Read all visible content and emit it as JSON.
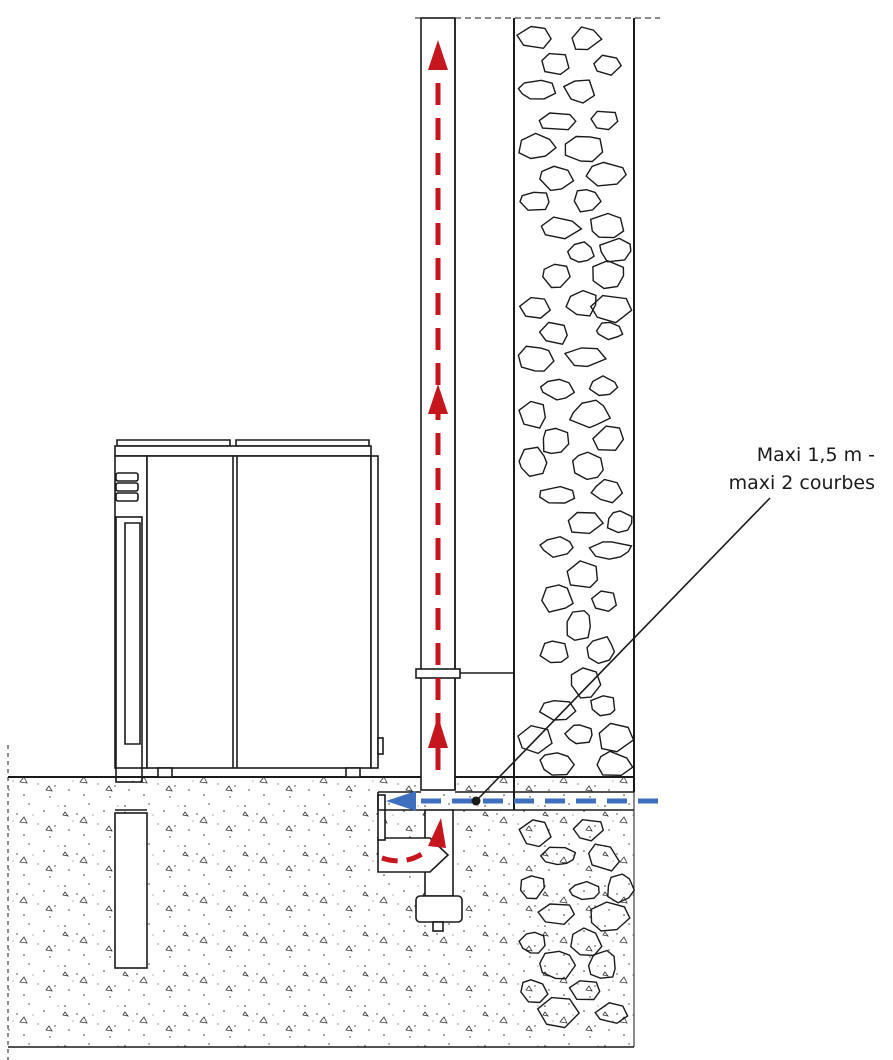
{
  "annotation": {
    "line1": "Maxi 1,5 m -",
    "line2": "maxi 2 courbes"
  },
  "colors": {
    "outline": "#1a1a1a",
    "smoke_flow": "#c4161c",
    "air_intake": "#3f6fbf"
  },
  "flows": {
    "smoke": "smoke-exhaust-upward",
    "air": "fresh-air-intake-leftward"
  }
}
